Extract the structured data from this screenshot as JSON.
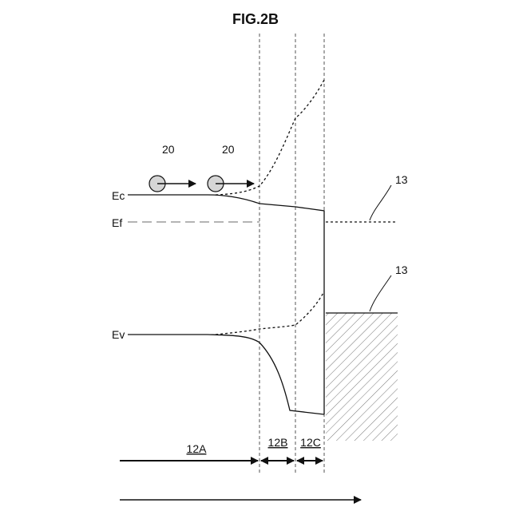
{
  "figure": {
    "title": "FIG.2B",
    "energy_labels": {
      "conduction": "Ec",
      "fermi": "Ef",
      "valence": "Ev"
    },
    "carrier_labels": [
      "20",
      "20"
    ],
    "region_labels": [
      "12A",
      "12B",
      "12C"
    ],
    "electrode_labels": [
      "13",
      "13"
    ]
  }
}
